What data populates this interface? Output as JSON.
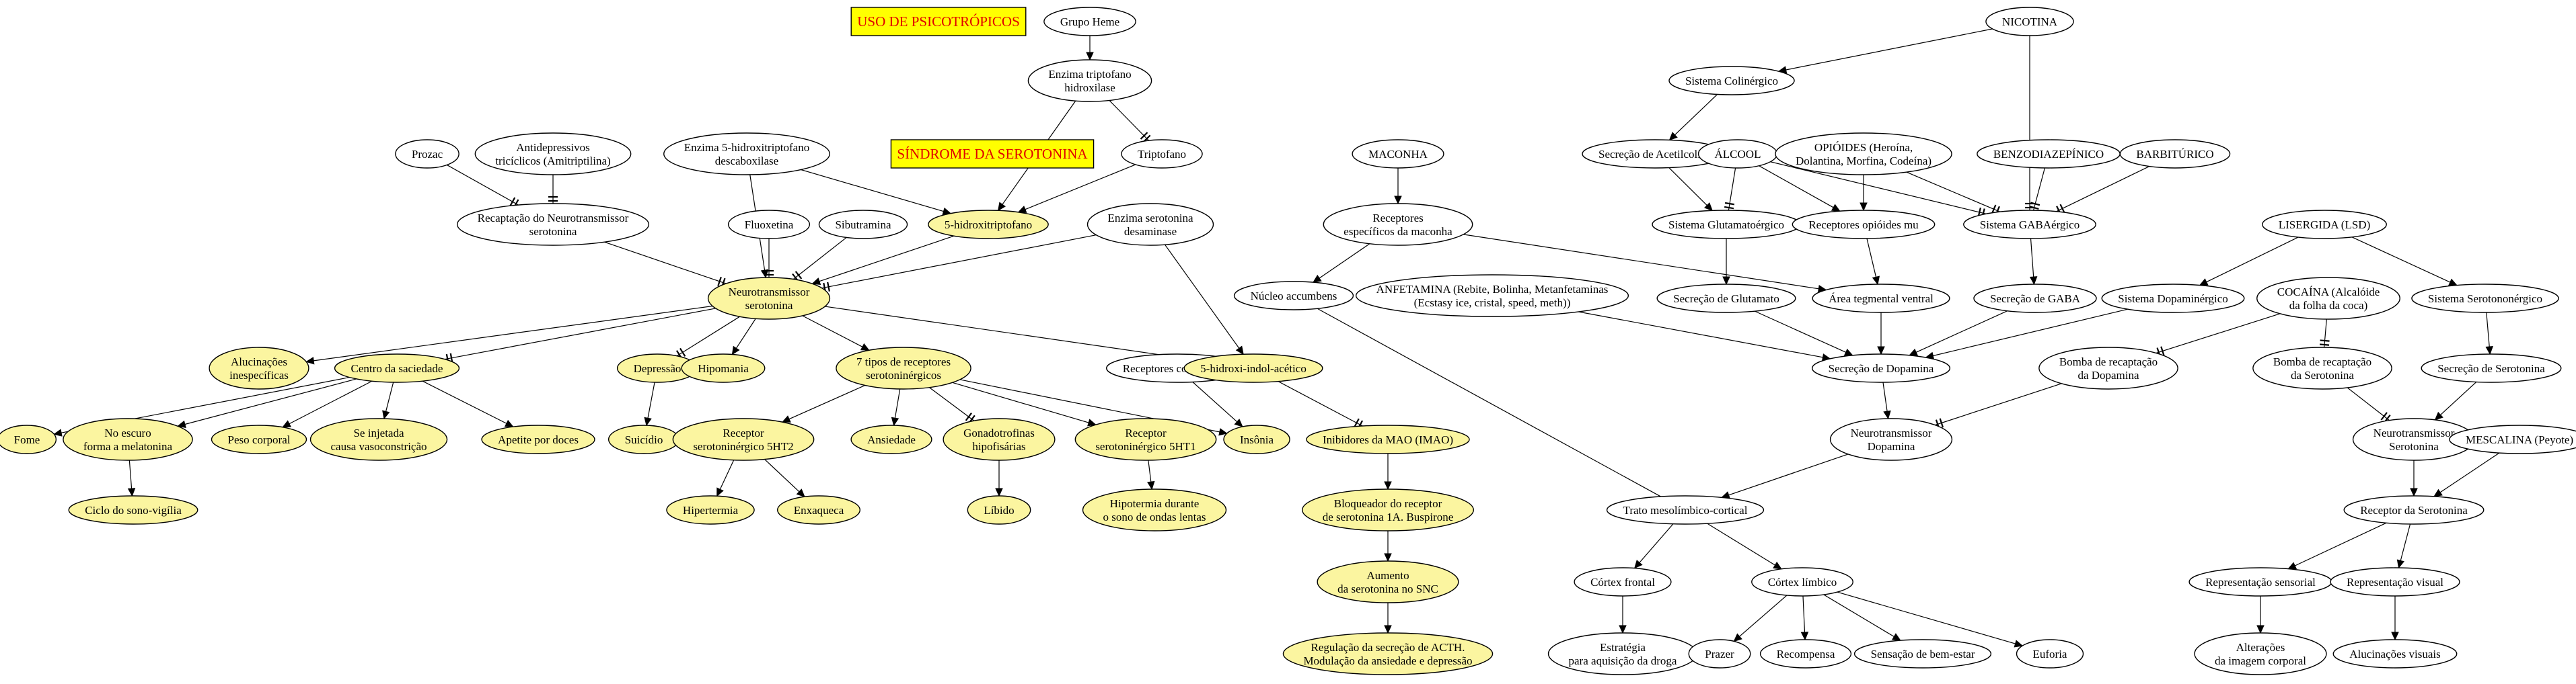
{
  "colors": {
    "highlight_fill": "#fbf5a0",
    "plain_fill": "#ffffff",
    "box_fill": "#ffff00",
    "box_text": "#e00000"
  },
  "nodes": [
    {
      "id": "uso",
      "lines": [
        "USO DE PSICOTRÓPICOS"
      ],
      "style": "box"
    },
    {
      "id": "grupoHeme",
      "lines": [
        "Grupo Heme"
      ],
      "style": "plain"
    },
    {
      "id": "enzTrip",
      "lines": [
        "Enzima triptofano",
        "hidroxilase"
      ],
      "style": "plain"
    },
    {
      "id": "triptofano",
      "lines": [
        "Triptofano"
      ],
      "style": "plain"
    },
    {
      "id": "sindrome",
      "lines": [
        "SÍNDROME DA SEROTONINA"
      ],
      "style": "box"
    },
    {
      "id": "enz5htp",
      "lines": [
        "Enzima 5-hidroxitriptofano",
        "descaboxilase"
      ],
      "style": "plain"
    },
    {
      "id": "prozac",
      "lines": [
        "Prozac"
      ],
      "style": "plain"
    },
    {
      "id": "antidep",
      "lines": [
        "Antidepressivos",
        "tricíclicos (Amitriptilina)"
      ],
      "style": "plain"
    },
    {
      "id": "recaptacao",
      "lines": [
        "Recaptação do Neurotransmissor",
        "serotonina"
      ],
      "style": "plain"
    },
    {
      "id": "fluoxetina",
      "lines": [
        "Fluoxetina"
      ],
      "style": "plain"
    },
    {
      "id": "sibutramina",
      "lines": [
        "Sibutramina"
      ],
      "style": "plain"
    },
    {
      "id": "htp",
      "lines": [
        "5-hidroxitriptofano"
      ],
      "style": "highlight"
    },
    {
      "id": "enzDesam",
      "lines": [
        "Enzima serotonina",
        "desaminase"
      ],
      "style": "plain"
    },
    {
      "id": "neuroSer",
      "lines": [
        "Neurotransmissor",
        "serotonina"
      ],
      "style": "highlight"
    },
    {
      "id": "alucIn",
      "lines": [
        "Alucinações",
        "inespecíficas"
      ],
      "style": "highlight"
    },
    {
      "id": "saciedade",
      "lines": [
        "Centro da saciedade"
      ],
      "style": "highlight"
    },
    {
      "id": "depressao",
      "lines": [
        "Depressão"
      ],
      "style": "highlight"
    },
    {
      "id": "hipomania",
      "lines": [
        "Hipomania"
      ],
      "style": "highlight"
    },
    {
      "id": "tipos7",
      "lines": [
        "7 tipos de receptores",
        "serotoninérgicos"
      ],
      "style": "highlight"
    },
    {
      "id": "recColin",
      "lines": [
        "Receptores colinérgicos"
      ],
      "style": "plain"
    },
    {
      "id": "hiaa",
      "lines": [
        "5-hidroxi-indol-acético"
      ],
      "style": "highlight"
    },
    {
      "id": "fome",
      "lines": [
        "Fome"
      ],
      "style": "highlight"
    },
    {
      "id": "escuro",
      "lines": [
        "No escuro",
        "forma a melatonina"
      ],
      "style": "highlight"
    },
    {
      "id": "peso",
      "lines": [
        "Peso corporal"
      ],
      "style": "highlight"
    },
    {
      "id": "vaso",
      "lines": [
        "Se injetada",
        "causa vasoconstrição"
      ],
      "style": "highlight"
    },
    {
      "id": "apetite",
      "lines": [
        "Apetite por doces"
      ],
      "style": "highlight"
    },
    {
      "id": "suicidio",
      "lines": [
        "Suicídio"
      ],
      "style": "highlight"
    },
    {
      "id": "r5ht2",
      "lines": [
        "Receptor",
        "serotoninérgico 5HT2"
      ],
      "style": "highlight"
    },
    {
      "id": "ansiedade",
      "lines": [
        "Ansiedade"
      ],
      "style": "highlight"
    },
    {
      "id": "gonado",
      "lines": [
        "Gonadotrofinas",
        "hipofisárias"
      ],
      "style": "highlight"
    },
    {
      "id": "r5ht1",
      "lines": [
        "Receptor",
        "serotoninérgico 5HT1"
      ],
      "style": "highlight"
    },
    {
      "id": "insonia",
      "lines": [
        "Insônia"
      ],
      "style": "highlight"
    },
    {
      "id": "imao",
      "lines": [
        "Inibidores da MAO (IMAO)"
      ],
      "style": "highlight"
    },
    {
      "id": "ciclo",
      "lines": [
        "Ciclo do sono-vigília"
      ],
      "style": "highlight"
    },
    {
      "id": "hipertermia",
      "lines": [
        "Hipertermia"
      ],
      "style": "highlight"
    },
    {
      "id": "enxaqueca",
      "lines": [
        "Enxaqueca"
      ],
      "style": "highlight"
    },
    {
      "id": "libido",
      "lines": [
        "Líbido"
      ],
      "style": "highlight"
    },
    {
      "id": "hipotermia",
      "lines": [
        "Hipotermia durante",
        "o sono de ondas lentas"
      ],
      "style": "highlight"
    },
    {
      "id": "bloqueador",
      "lines": [
        "Bloqueador do receptor",
        "de serotonina 1A. Buspirone"
      ],
      "style": "highlight"
    },
    {
      "id": "aumento",
      "lines": [
        "Aumento",
        "da serotonina no SNC"
      ],
      "style": "highlight"
    },
    {
      "id": "regulacao",
      "lines": [
        "Regulação da secreção de ACTH.",
        "Modulação da ansiedade e depressão"
      ],
      "style": "highlight"
    },
    {
      "id": "maconha",
      "lines": [
        "MACONHA"
      ],
      "style": "plain"
    },
    {
      "id": "recMac",
      "lines": [
        "Receptores",
        "específicos da maconha"
      ],
      "style": "plain"
    },
    {
      "id": "nucleo",
      "lines": [
        "Núcleo accumbens"
      ],
      "style": "plain"
    },
    {
      "id": "anfetamina",
      "lines": [
        "ANFETAMINA (Rebite, Bolinha, Metanfetaminas",
        "(Ecstasy ice, cristal, speed, meth))"
      ],
      "style": "plain"
    },
    {
      "id": "nicotina",
      "lines": [
        "NICOTINA"
      ],
      "style": "plain"
    },
    {
      "id": "sisColin",
      "lines": [
        "Sistema Colinérgico"
      ],
      "style": "plain"
    },
    {
      "id": "secAcet",
      "lines": [
        "Secreção de Acetilcolina"
      ],
      "style": "plain"
    },
    {
      "id": "alcool",
      "lines": [
        "ÁLCOOL"
      ],
      "style": "plain"
    },
    {
      "id": "opioides",
      "lines": [
        "OPIÓIDES (Heroína,",
        "Dolantina, Morfina, Codeína)"
      ],
      "style": "plain"
    },
    {
      "id": "benzo",
      "lines": [
        "BENZODIAZEPÍNICO"
      ],
      "style": "plain"
    },
    {
      "id": "barbit",
      "lines": [
        "BARBITÚRICO"
      ],
      "style": "plain"
    },
    {
      "id": "sisGlut",
      "lines": [
        "Sistema Glutamatoérgico"
      ],
      "style": "plain"
    },
    {
      "id": "recOpio",
      "lines": [
        "Receptores opióides mu"
      ],
      "style": "plain"
    },
    {
      "id": "sisGaba",
      "lines": [
        "Sistema GABAérgico"
      ],
      "style": "plain"
    },
    {
      "id": "secGlut",
      "lines": [
        "Secreção de Glutamato"
      ],
      "style": "plain"
    },
    {
      "id": "areaTeg",
      "lines": [
        "Área tegmental ventral"
      ],
      "style": "plain"
    },
    {
      "id": "secGaba",
      "lines": [
        "Secreção de GABA"
      ],
      "style": "plain"
    },
    {
      "id": "lsd",
      "lines": [
        "LISERGIDA (LSD)"
      ],
      "style": "plain"
    },
    {
      "id": "sisDopa",
      "lines": [
        "Sistema Dopaminérgico"
      ],
      "style": "plain"
    },
    {
      "id": "cocaina",
      "lines": [
        "COCAÍNA (Alcalóide",
        "da folha da coca)"
      ],
      "style": "plain"
    },
    {
      "id": "sisSero",
      "lines": [
        "Sistema Serotononérgico"
      ],
      "style": "plain"
    },
    {
      "id": "secDopa",
      "lines": [
        "Secreção de Dopamina"
      ],
      "style": "plain"
    },
    {
      "id": "bombaDopa",
      "lines": [
        "Bomba de recaptação",
        "da Dopamina"
      ],
      "style": "plain"
    },
    {
      "id": "bombaSero",
      "lines": [
        "Bomba de recaptação",
        "da Serotonina"
      ],
      "style": "plain"
    },
    {
      "id": "secSero",
      "lines": [
        "Secreção de Serotonina"
      ],
      "style": "plain"
    },
    {
      "id": "neuroDopa",
      "lines": [
        "Neurotransmissor",
        "Dopamina"
      ],
      "style": "plain"
    },
    {
      "id": "neuroSero2",
      "lines": [
        "Neurotransmissor",
        "Serotonina"
      ],
      "style": "plain"
    },
    {
      "id": "mescalina",
      "lines": [
        "MESCALINA (Peyote)"
      ],
      "style": "plain"
    },
    {
      "id": "tratoMeso",
      "lines": [
        "Trato mesolímbico-cortical"
      ],
      "style": "plain"
    },
    {
      "id": "recSero",
      "lines": [
        "Receptor da Serotonina"
      ],
      "style": "plain"
    },
    {
      "id": "cortexFront",
      "lines": [
        "Córtex frontal"
      ],
      "style": "plain"
    },
    {
      "id": "cortexLimb",
      "lines": [
        "Córtex límbico"
      ],
      "style": "plain"
    },
    {
      "id": "repSens",
      "lines": [
        "Representação sensorial"
      ],
      "style": "plain"
    },
    {
      "id": "repVis",
      "lines": [
        "Representação visual"
      ],
      "style": "plain"
    },
    {
      "id": "estrategia",
      "lines": [
        "Estratégia",
        "para aquisição da droga"
      ],
      "style": "plain"
    },
    {
      "id": "prazer",
      "lines": [
        "Prazer"
      ],
      "style": "plain"
    },
    {
      "id": "recompensa",
      "lines": [
        "Recompensa"
      ],
      "style": "plain"
    },
    {
      "id": "bemEstar",
      "lines": [
        "Sensação de bem-estar"
      ],
      "style": "plain"
    },
    {
      "id": "euforia",
      "lines": [
        "Euforia"
      ],
      "style": "plain"
    },
    {
      "id": "alteracoes",
      "lines": [
        "Alterações",
        "da imagem corporal"
      ],
      "style": "plain"
    },
    {
      "id": "alucVis",
      "lines": [
        "Alucinações visuais"
      ],
      "style": "plain"
    }
  ],
  "edges": [
    {
      "from": "grupoHeme",
      "to": "enzTrip",
      "type": "arrow"
    },
    {
      "from": "enzTrip",
      "to": "triptofano",
      "type": "tee"
    },
    {
      "from": "enzTrip",
      "to": "htp",
      "type": "arrow"
    },
    {
      "from": "triptofano",
      "to": "htp",
      "type": "arrow"
    },
    {
      "from": "enz5htp",
      "to": "htp",
      "type": "arrow"
    },
    {
      "from": "enz5htp",
      "to": "neuroSer",
      "type": "arrow"
    },
    {
      "from": "antidep",
      "to": "recaptacao",
      "type": "tee"
    },
    {
      "from": "prozac",
      "to": "recaptacao",
      "type": "tee"
    },
    {
      "from": "recaptacao",
      "to": "neuroSer",
      "type": "tee"
    },
    {
      "from": "fluoxetina",
      "to": "neuroSer",
      "type": "tee"
    },
    {
      "from": "sibutramina",
      "to": "neuroSer",
      "type": "tee"
    },
    {
      "from": "htp",
      "to": "neuroSer",
      "type": "arrow"
    },
    {
      "from": "enzDesam",
      "to": "neuroSer",
      "type": "tee"
    },
    {
      "from": "enzDesam",
      "to": "hiaa",
      "type": "arrow"
    },
    {
      "from": "neuroSer",
      "to": "alucIn",
      "type": "arrow"
    },
    {
      "from": "neuroSer",
      "to": "saciedade",
      "type": "tee"
    },
    {
      "from": "neuroSer",
      "to": "depressao",
      "type": "tee"
    },
    {
      "from": "neuroSer",
      "to": "hipomania",
      "type": "arrow"
    },
    {
      "from": "neuroSer",
      "to": "tipos7",
      "type": "arrow"
    },
    {
      "from": "neuroSer",
      "to": "hiaa",
      "type": "arrow"
    },
    {
      "from": "saciedade",
      "to": "fome",
      "type": "arrow"
    },
    {
      "from": "saciedade",
      "to": "escuro",
      "type": "arrow"
    },
    {
      "from": "saciedade",
      "to": "peso",
      "type": "arrow"
    },
    {
      "from": "saciedade",
      "to": "vaso",
      "type": "arrow"
    },
    {
      "from": "saciedade",
      "to": "apetite",
      "type": "arrow"
    },
    {
      "from": "depressao",
      "to": "suicidio",
      "type": "arrow"
    },
    {
      "from": "escuro",
      "to": "ciclo",
      "type": "arrow"
    },
    {
      "from": "tipos7",
      "to": "r5ht2",
      "type": "arrow"
    },
    {
      "from": "tipos7",
      "to": "ansiedade",
      "type": "arrow"
    },
    {
      "from": "tipos7",
      "to": "gonado",
      "type": "tee"
    },
    {
      "from": "tipos7",
      "to": "r5ht1",
      "type": "arrow"
    },
    {
      "from": "tipos7",
      "to": "insonia",
      "type": "arrow"
    },
    {
      "from": "recColin",
      "to": "insonia",
      "type": "arrow"
    },
    {
      "from": "hiaa",
      "to": "imao",
      "type": "tee"
    },
    {
      "from": "r5ht2",
      "to": "hipertermia",
      "type": "arrow"
    },
    {
      "from": "r5ht2",
      "to": "enxaqueca",
      "type": "arrow"
    },
    {
      "from": "gonado",
      "to": "libido",
      "type": "arrow"
    },
    {
      "from": "r5ht1",
      "to": "hipotermia",
      "type": "arrow"
    },
    {
      "from": "imao",
      "to": "bloqueador",
      "type": "arrow"
    },
    {
      "from": "bloqueador",
      "to": "aumento",
      "type": "arrow"
    },
    {
      "from": "aumento",
      "to": "regulacao",
      "type": "arrow"
    },
    {
      "from": "maconha",
      "to": "recMac",
      "type": "arrow"
    },
    {
      "from": "recMac",
      "to": "nucleo",
      "type": "arrow"
    },
    {
      "from": "recMac",
      "to": "areaTeg",
      "type": "arrow"
    },
    {
      "from": "nucleo",
      "to": "tratoMeso",
      "type": "line"
    },
    {
      "from": "nicotina",
      "to": "sisColin",
      "type": "arrow"
    },
    {
      "from": "nicotina",
      "to": "sisGaba",
      "type": "tee"
    },
    {
      "from": "sisColin",
      "to": "secAcet",
      "type": "arrow"
    },
    {
      "from": "secAcet",
      "to": "sisGlut",
      "type": "arrow"
    },
    {
      "from": "alcool",
      "to": "sisGlut",
      "type": "tee"
    },
    {
      "from": "alcool",
      "to": "recOpio",
      "type": "arrow"
    },
    {
      "from": "alcool",
      "to": "sisGaba",
      "type": "tee"
    },
    {
      "from": "opioides",
      "to": "recOpio",
      "type": "arrow"
    },
    {
      "from": "opioides",
      "to": "sisGaba",
      "type": "tee"
    },
    {
      "from": "benzo",
      "to": "sisGaba",
      "type": "tee"
    },
    {
      "from": "barbit",
      "to": "sisGaba",
      "type": "tee"
    },
    {
      "from": "sisGlut",
      "to": "secGlut",
      "type": "arrow"
    },
    {
      "from": "recOpio",
      "to": "areaTeg",
      "type": "arrow"
    },
    {
      "from": "sisGaba",
      "to": "secGaba",
      "type": "arrow"
    },
    {
      "from": "secGlut",
      "to": "secDopa",
      "type": "arrow"
    },
    {
      "from": "areaTeg",
      "to": "secDopa",
      "type": "arrow"
    },
    {
      "from": "secGaba",
      "to": "secDopa",
      "type": "arrow"
    },
    {
      "from": "anfetamina",
      "to": "secDopa",
      "type": "arrow"
    },
    {
      "from": "sisDopa",
      "to": "secDopa",
      "type": "arrow"
    },
    {
      "from": "lsd",
      "to": "sisDopa",
      "type": "arrow"
    },
    {
      "from": "lsd",
      "to": "sisSero",
      "type": "arrow"
    },
    {
      "from": "cocaina",
      "to": "bombaDopa",
      "type": "tee"
    },
    {
      "from": "cocaina",
      "to": "bombaSero",
      "type": "tee"
    },
    {
      "from": "sisSero",
      "to": "secSero",
      "type": "arrow"
    },
    {
      "from": "secDopa",
      "to": "neuroDopa",
      "type": "arrow"
    },
    {
      "from": "bombaDopa",
      "to": "neuroDopa",
      "type": "tee"
    },
    {
      "from": "bombaSero",
      "to": "neuroSero2",
      "type": "tee"
    },
    {
      "from": "secSero",
      "to": "neuroSero2",
      "type": "arrow"
    },
    {
      "from": "neuroDopa",
      "to": "tratoMeso",
      "type": "arrow"
    },
    {
      "from": "neuroSero2",
      "to": "recSero",
      "type": "arrow"
    },
    {
      "from": "mescalina",
      "to": "recSero",
      "type": "arrow"
    },
    {
      "from": "tratoMeso",
      "to": "cortexFront",
      "type": "arrow"
    },
    {
      "from": "tratoMeso",
      "to": "cortexLimb",
      "type": "arrow"
    },
    {
      "from": "cortexFront",
      "to": "estrategia",
      "type": "arrow"
    },
    {
      "from": "cortexLimb",
      "to": "prazer",
      "type": "arrow"
    },
    {
      "from": "cortexLimb",
      "to": "recompensa",
      "type": "arrow"
    },
    {
      "from": "cortexLimb",
      "to": "bemEstar",
      "type": "arrow"
    },
    {
      "from": "cortexLimb",
      "to": "euforia",
      "type": "arrow"
    },
    {
      "from": "recSero",
      "to": "repSens",
      "type": "arrow"
    },
    {
      "from": "recSero",
      "to": "repVis",
      "type": "arrow"
    },
    {
      "from": "repSens",
      "to": "alteracoes",
      "type": "arrow"
    },
    {
      "from": "repVis",
      "to": "alucVis",
      "type": "arrow"
    }
  ]
}
